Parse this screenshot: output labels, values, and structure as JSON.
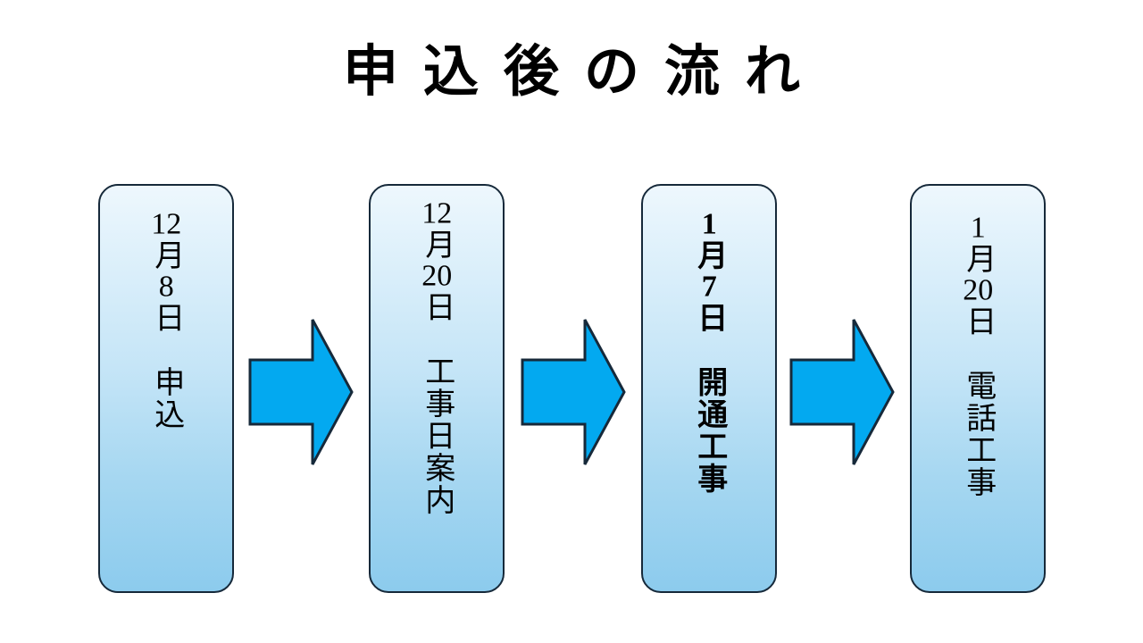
{
  "slide": {
    "title": "申込後の流れ",
    "background_color": "#ffffff"
  },
  "theme": {
    "box_border_color": "#16293a",
    "box_gradient_top": "#eef7fd",
    "box_gradient_bottom": "#8ccbed",
    "arrow_fill_color": "#03a9f0",
    "arrow_outline_color": "#16293a",
    "text_color": "#000000"
  },
  "flow": {
    "steps": [
      {
        "id": "step-1",
        "date": "12月8日",
        "label": "申込",
        "text": "12月8日　申込",
        "emphasis": false
      },
      {
        "id": "step-2",
        "date": "12月20日",
        "label": "工事日案内",
        "text": "12月20日　工事日案内",
        "emphasis": false
      },
      {
        "id": "step-3",
        "date": "1月7日",
        "label": "開通工事",
        "text": "1月7日　開通工事",
        "emphasis": true
      },
      {
        "id": "step-4",
        "date": "1月20日",
        "label": "電話工事",
        "text": "1月20日　電話工事",
        "emphasis": false
      }
    ],
    "connectors": [
      {
        "id": "arrow-1",
        "icon": "right-arrow-icon",
        "direction": "right"
      },
      {
        "id": "arrow-2",
        "icon": "right-arrow-icon",
        "direction": "right"
      },
      {
        "id": "arrow-3",
        "icon": "right-arrow-icon",
        "direction": "right"
      }
    ]
  }
}
